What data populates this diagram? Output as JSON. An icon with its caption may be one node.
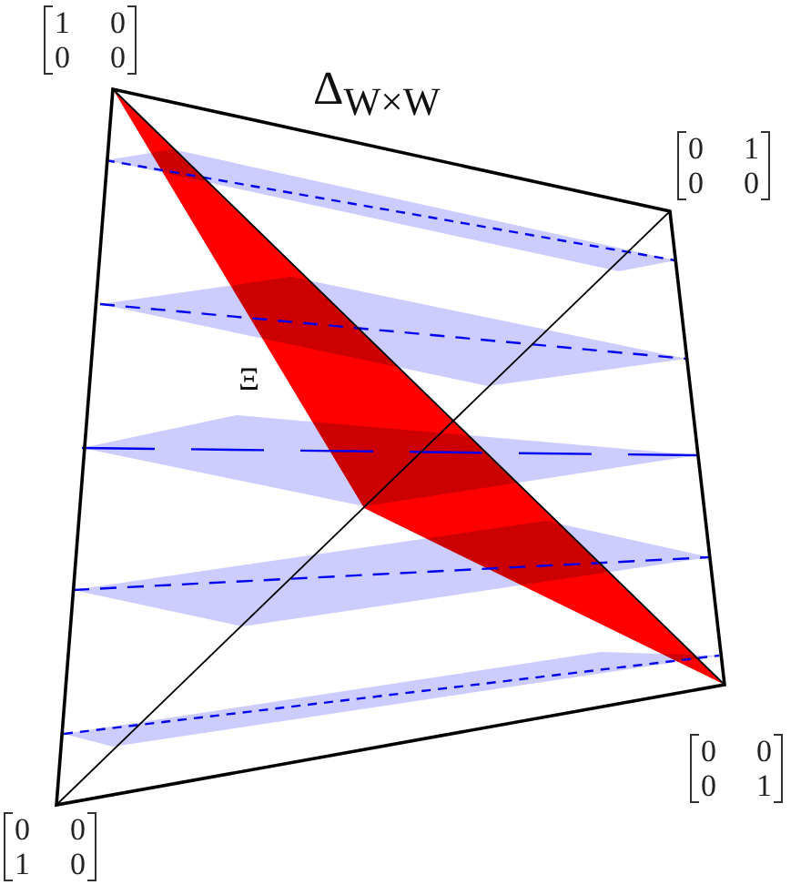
{
  "diagram": {
    "labels": [
      "1",
      "0",
      "0",
      "0",
      "Δ$_{W×W}$",
      "0",
      "1",
      "0",
      "0",
      "Ξ",
      "0",
      "0",
      "0",
      "1",
      "0",
      "0",
      "1",
      "0"
    ]
  }
}
